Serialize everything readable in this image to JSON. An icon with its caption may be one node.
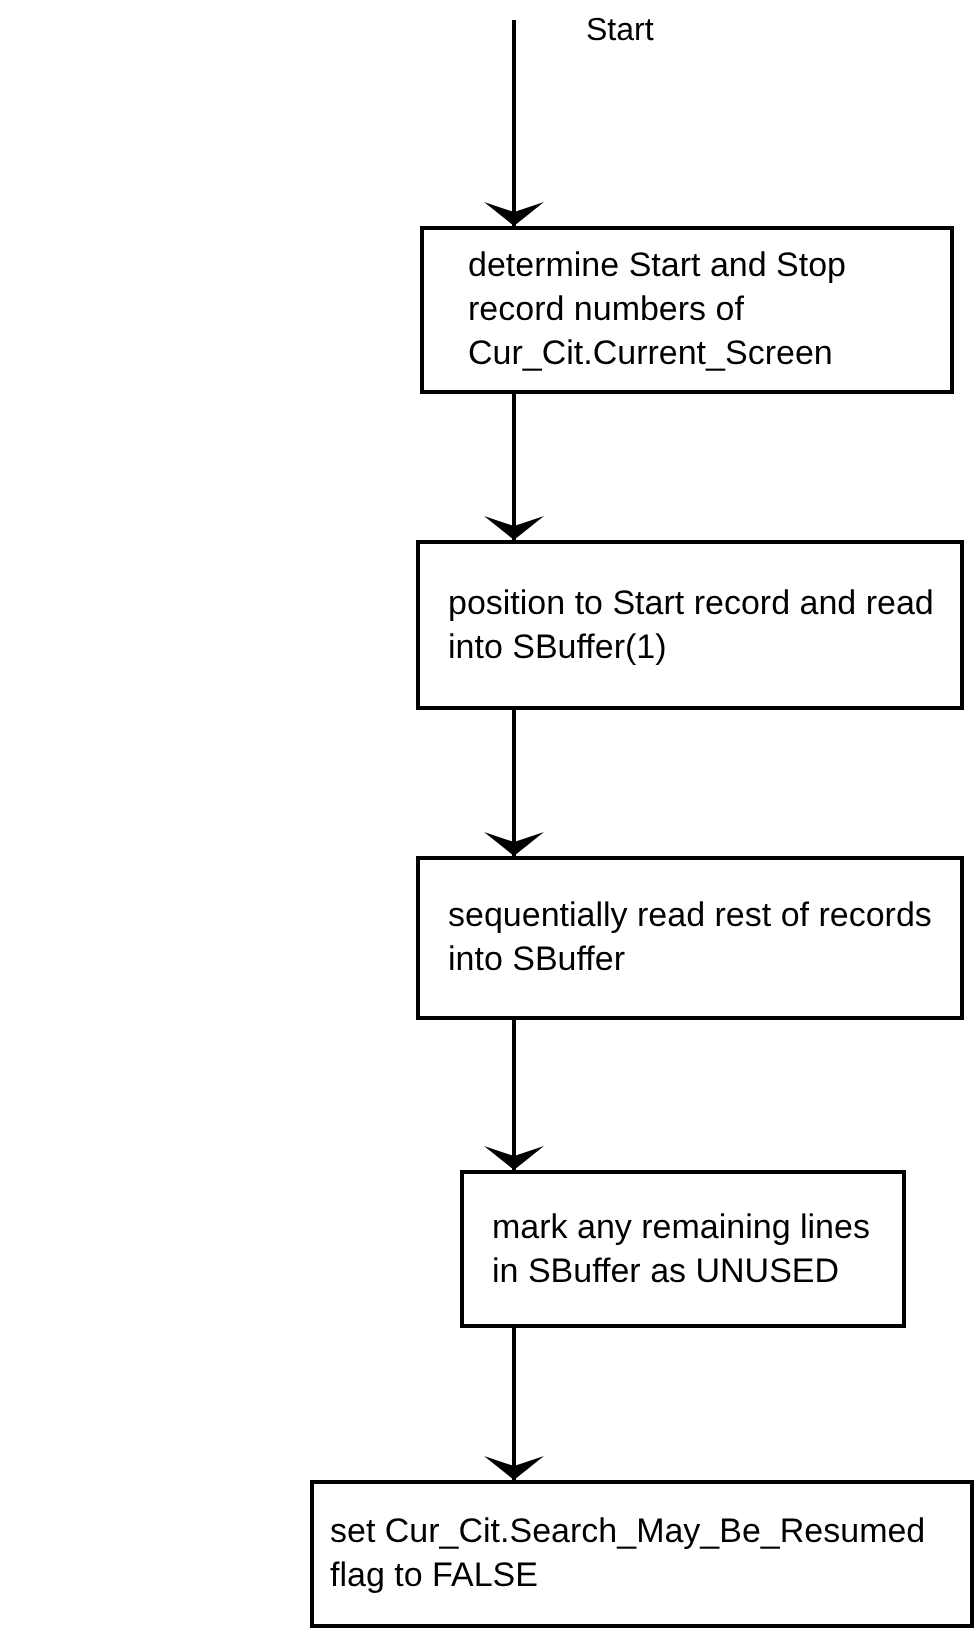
{
  "diagram": {
    "nodes": [
      {
        "text": [
          "determine Start and Stop record numbers of Cur_Cit.Current_Screen"
        ]
      },
      {
        "text": [
          "position to Start record and read into SBuffer(1)"
        ]
      },
      {
        "text": [
          "sequentially read rest of records into SBuffer"
        ]
      },
      {
        "text": [
          "mark any remaining lines in SBuffer as UNUSED"
        ]
      },
      {
        "text": [
          "set Cur_Cit.Search_May_Be_Resumed flag to FALSE"
        ]
      }
    ],
    "edges": [
      {
        "from": null,
        "to": 0,
        "arrow": "to",
        "label": "Start"
      },
      {
        "from": 0,
        "to": 1,
        "arrow": "to"
      },
      {
        "from": 1,
        "to": 2,
        "arrow": "to"
      },
      {
        "from": 2,
        "to": 3,
        "arrow": "to"
      },
      {
        "from": 3,
        "to": 4,
        "arrow": "to"
      }
    ]
  }
}
